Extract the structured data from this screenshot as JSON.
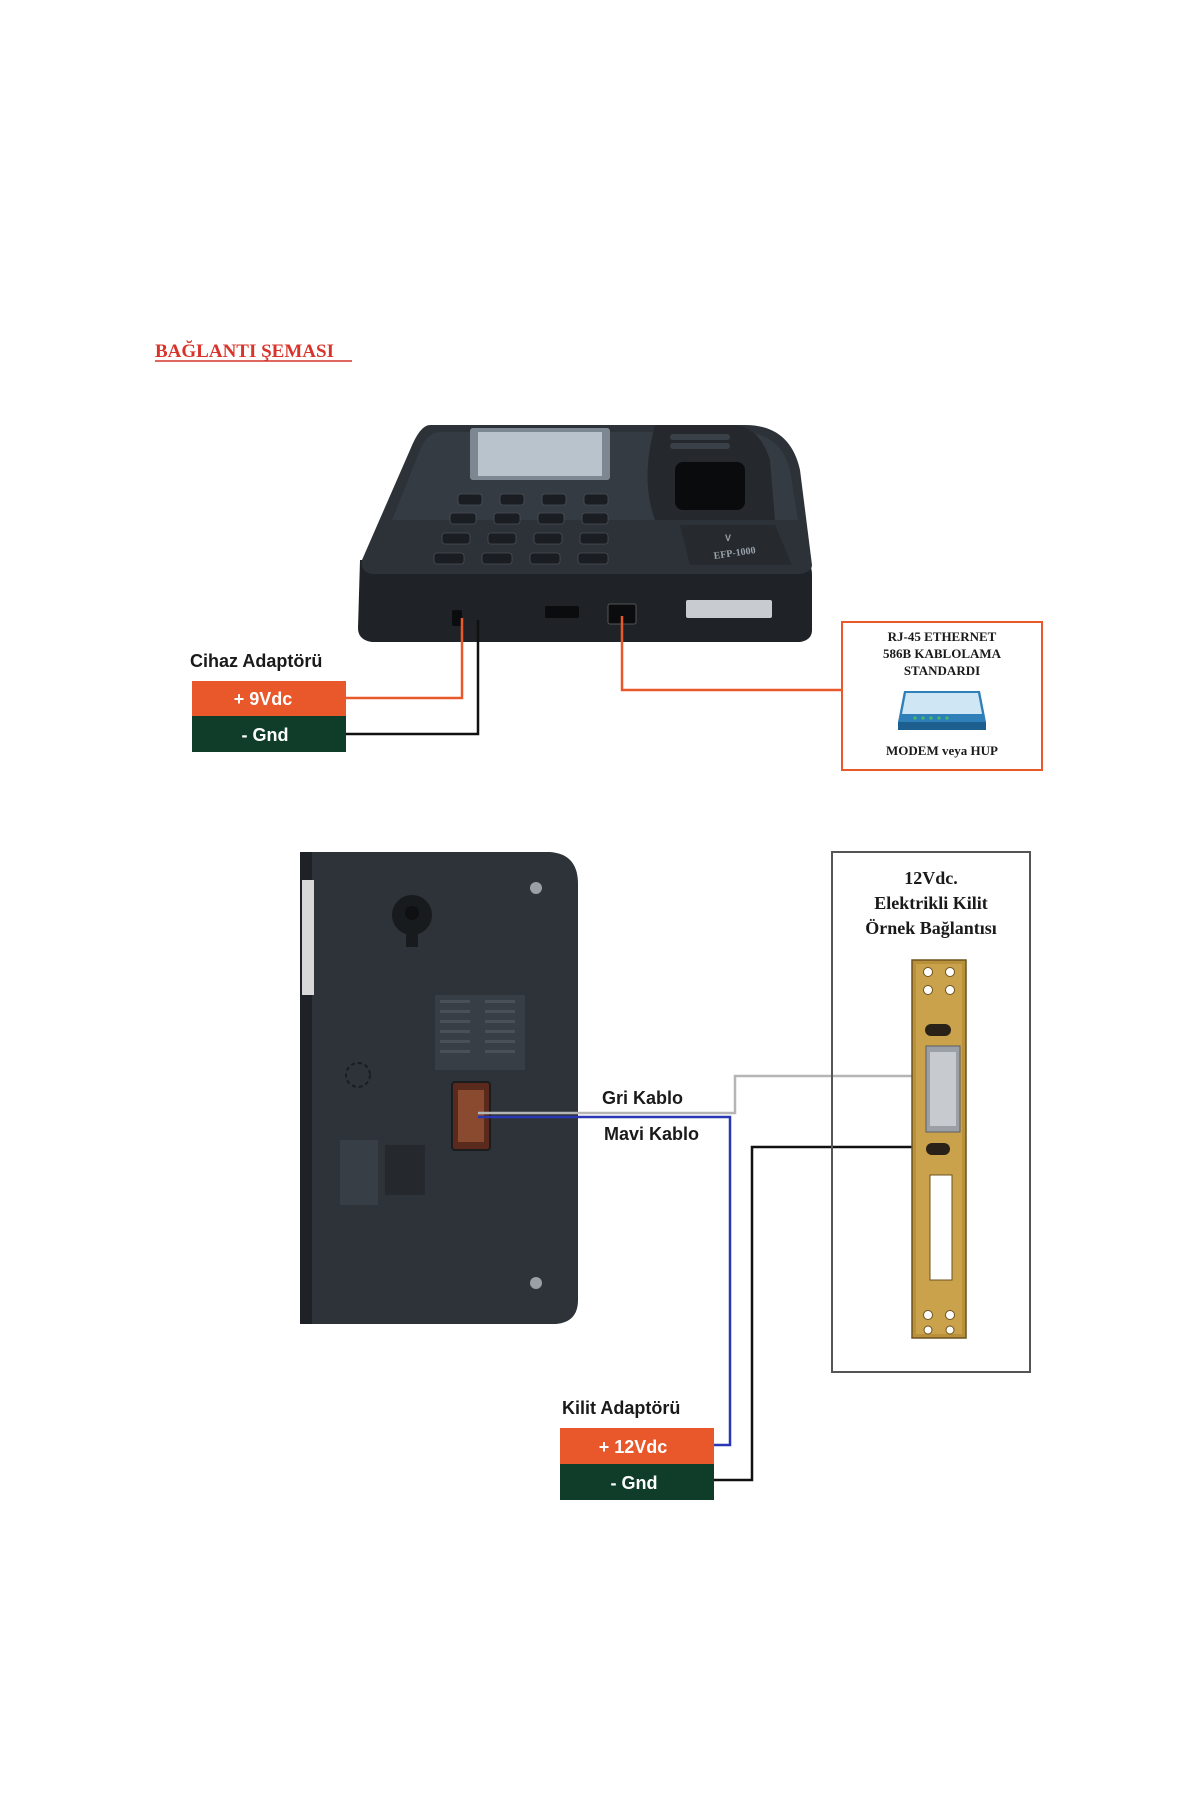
{
  "title": "BAĞLANTI ŞEMASI",
  "device": {
    "model_label": "EFP-1000",
    "brand_mark": "V"
  },
  "device_adapter": {
    "label": "Cihaz Adaptörü",
    "positive": "+ 9Vdc",
    "ground": "- Gnd"
  },
  "ethernet_box": {
    "line1": "RJ-45 ETHERNET",
    "line2": "586B KABLOLAMA",
    "line3": "STANDARDI",
    "caption": "MODEM veya HUP"
  },
  "cables": {
    "grey": "Gri Kablo",
    "blue": "Mavi Kablo"
  },
  "lock_box": {
    "line1": "12Vdc.",
    "line2": "Elektrikli Kilit",
    "line3": "Örnek Bağlantısı"
  },
  "lock_adapter": {
    "label": "Kilit Adaptörü",
    "positive": "+ 12Vdc",
    "ground": "- Gnd"
  },
  "colors": {
    "title_red": "#d9342b",
    "adapter_orange": "#e8582a",
    "adapter_green": "#0f3d2a",
    "orange_wire": "#e8582a",
    "black_wire": "#111111",
    "grey_wire": "#b5b5b5",
    "blue_wire": "#2a37b5",
    "device_body": "#2b3036",
    "lock_brass": "#b8913a"
  }
}
